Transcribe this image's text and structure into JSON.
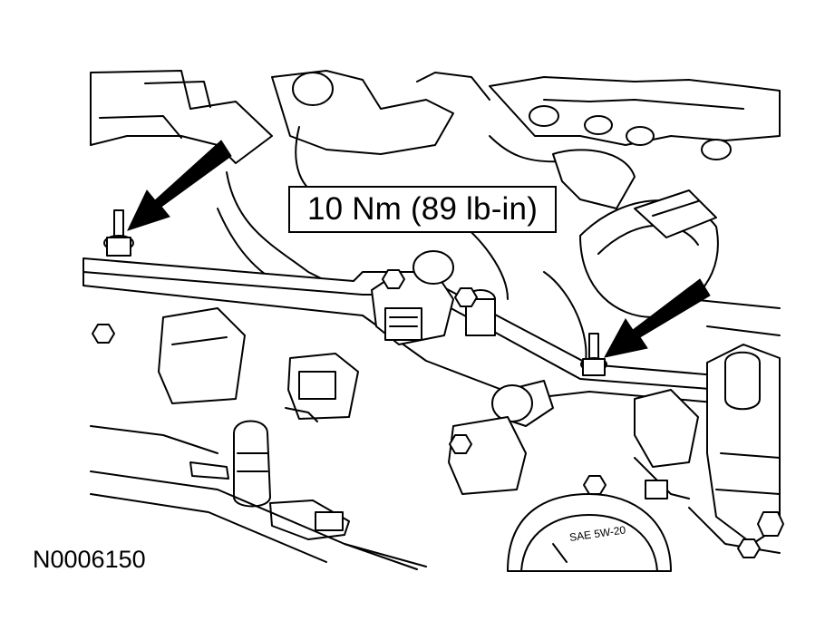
{
  "callout": {
    "torque": "10 Nm (89 lb-in)"
  },
  "figure": {
    "id": "N0006150"
  },
  "oil_cap": {
    "text": "SAE 5W-20"
  },
  "colors": {
    "line": "#000000",
    "background": "#ffffff"
  },
  "icons": [
    "arrow-left-pointer-icon",
    "arrow-right-pointer-icon"
  ]
}
